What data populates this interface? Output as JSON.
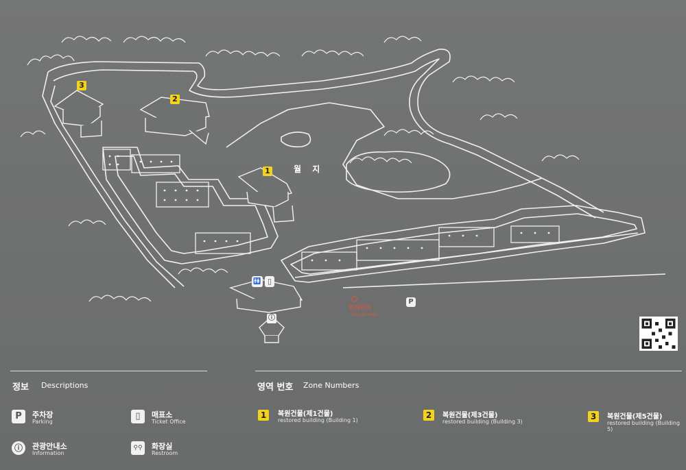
{
  "map": {
    "pond_label": "월 지",
    "markers": [
      {
        "id": "marker-building-1",
        "number": "1"
      },
      {
        "id": "marker-building-2",
        "number": "2"
      },
      {
        "id": "marker-building-3",
        "number": "3"
      }
    ],
    "you_are_here_ko": "현재위치",
    "you_are_here_en": "You are here",
    "parking_symbol": "P",
    "restroom_symbol": "🚻",
    "ticket_symbol": "▯",
    "info_symbol": "ⓘ"
  },
  "colors": {
    "board": "#6f7070",
    "line": "#f0f0f0",
    "marker": "#f2d21c",
    "here": "#e2553a"
  },
  "descriptions": {
    "title_ko": "정보",
    "title_en": "Descriptions",
    "items": [
      {
        "icon": "P",
        "ko": "주차장",
        "en": "Parking"
      },
      {
        "icon": "ⓘ",
        "ko": "관광안내소",
        "en": "Information"
      },
      {
        "icon": "▯",
        "ko": "매표소",
        "en": "Ticket Office"
      },
      {
        "icon": "⚲⚲",
        "ko": "화장실",
        "en": "Restroom"
      }
    ]
  },
  "zones": {
    "title_ko": "영역 번호",
    "title_en": "Zone Numbers",
    "items": [
      {
        "number": "1",
        "ko": "복원건물(제1건물)",
        "en": "restored building (Building 1)"
      },
      {
        "number": "2",
        "ko": "복원건물(제3건물)",
        "en": "restored building (Building 3)"
      },
      {
        "number": "3",
        "ko": "복원건물(제5건물)",
        "en": "restored building (Building 5)"
      }
    ]
  }
}
